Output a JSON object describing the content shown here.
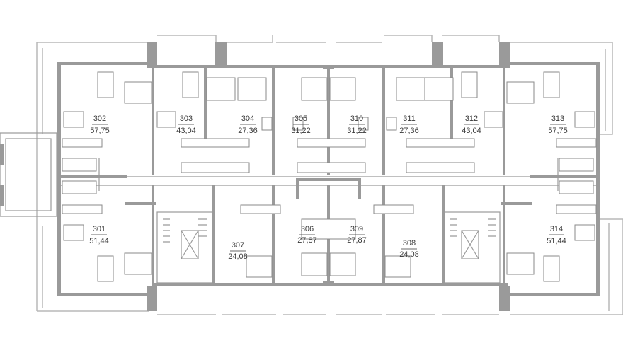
{
  "floor_plan": {
    "units": [
      {
        "id": "u302",
        "number": "302",
        "area": "57,75"
      },
      {
        "id": "u303",
        "number": "303",
        "area": "43,04"
      },
      {
        "id": "u304",
        "number": "304",
        "area": "27,36"
      },
      {
        "id": "u305",
        "number": "305",
        "area": "31,22"
      },
      {
        "id": "u310",
        "number": "310",
        "area": "31,22"
      },
      {
        "id": "u311",
        "number": "311",
        "area": "27,36"
      },
      {
        "id": "u312",
        "number": "312",
        "area": "43,04"
      },
      {
        "id": "u313",
        "number": "313",
        "area": "57,75"
      },
      {
        "id": "u301",
        "number": "301",
        "area": "51,44"
      },
      {
        "id": "u307",
        "number": "307",
        "area": "24,08"
      },
      {
        "id": "u306",
        "number": "306",
        "area": "27,87"
      },
      {
        "id": "u309",
        "number": "309",
        "area": "27,87"
      },
      {
        "id": "u308",
        "number": "308",
        "area": "24,08"
      },
      {
        "id": "u314",
        "number": "314",
        "area": "51,44"
      }
    ],
    "colors": {
      "wall": "#9a9a9a",
      "line": "#9a9a9a",
      "balcony": "#b8b8b8",
      "text": "#3a3a3a",
      "background": "#ffffff"
    }
  }
}
